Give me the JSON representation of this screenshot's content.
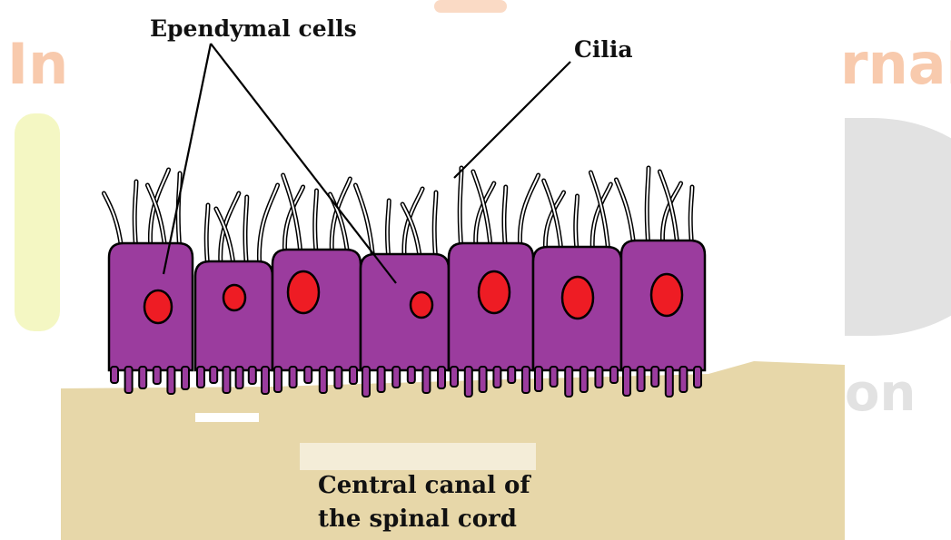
{
  "labels": {
    "ependymal_cells": "Ependymal cells",
    "cilia": "Cilia",
    "canal_line1": "Central canal of",
    "canal_line2": "the spinal cord"
  },
  "watermark": {
    "left": "In",
    "right": "rnal",
    "bottom_right": "on"
  },
  "colors": {
    "cell_body": "#9b3c9e",
    "nucleus": "#ee1c24",
    "outline": "#000000",
    "canal_fill": "#e7d7a9",
    "watermark_orange": "#f6b58b",
    "watermark_yellow": "#f4f7c3",
    "watermark_gray": "#e2e2e2"
  },
  "cells": [
    {
      "nucleus_size": "medium"
    },
    {
      "nucleus_size": "small"
    },
    {
      "nucleus_size": "large"
    },
    {
      "nucleus_size": "small"
    },
    {
      "nucleus_size": "large"
    },
    {
      "nucleus_size": "large"
    },
    {
      "nucleus_size": "large"
    }
  ]
}
